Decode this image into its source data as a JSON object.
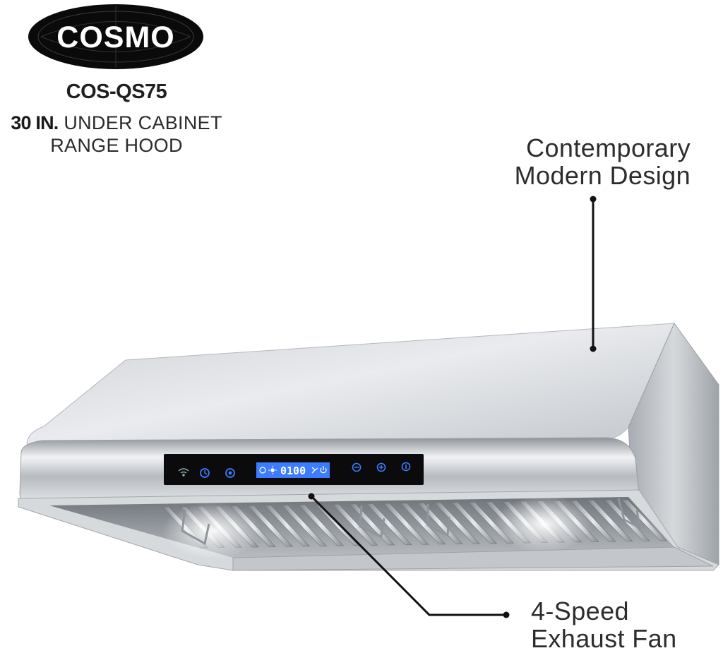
{
  "brand": {
    "logo_text": "COSMO"
  },
  "product": {
    "model": "COS-QS75",
    "size": "30 IN.",
    "type_line1": "UNDER CABINET",
    "type_line2": "RANGE HOOD"
  },
  "callouts": {
    "design_line1": "Contemporary",
    "design_line2": "Modern Design",
    "fan_line1": "4-Speed",
    "fan_line2": "Exhaust Fan"
  },
  "control_panel": {
    "display_value": "0100",
    "icons": [
      "wifi-icon",
      "clock-icon",
      "light-icon",
      "timer-icon",
      "sun-icon",
      "fan-icon",
      "power-icon",
      "minus-icon",
      "plus-icon",
      "info-icon"
    ]
  },
  "colors": {
    "logo_black": "#0a0a0a",
    "steel": "#c9ccd0",
    "display_blue": "#3d7cff",
    "panel_black": "#0b0b0d"
  }
}
